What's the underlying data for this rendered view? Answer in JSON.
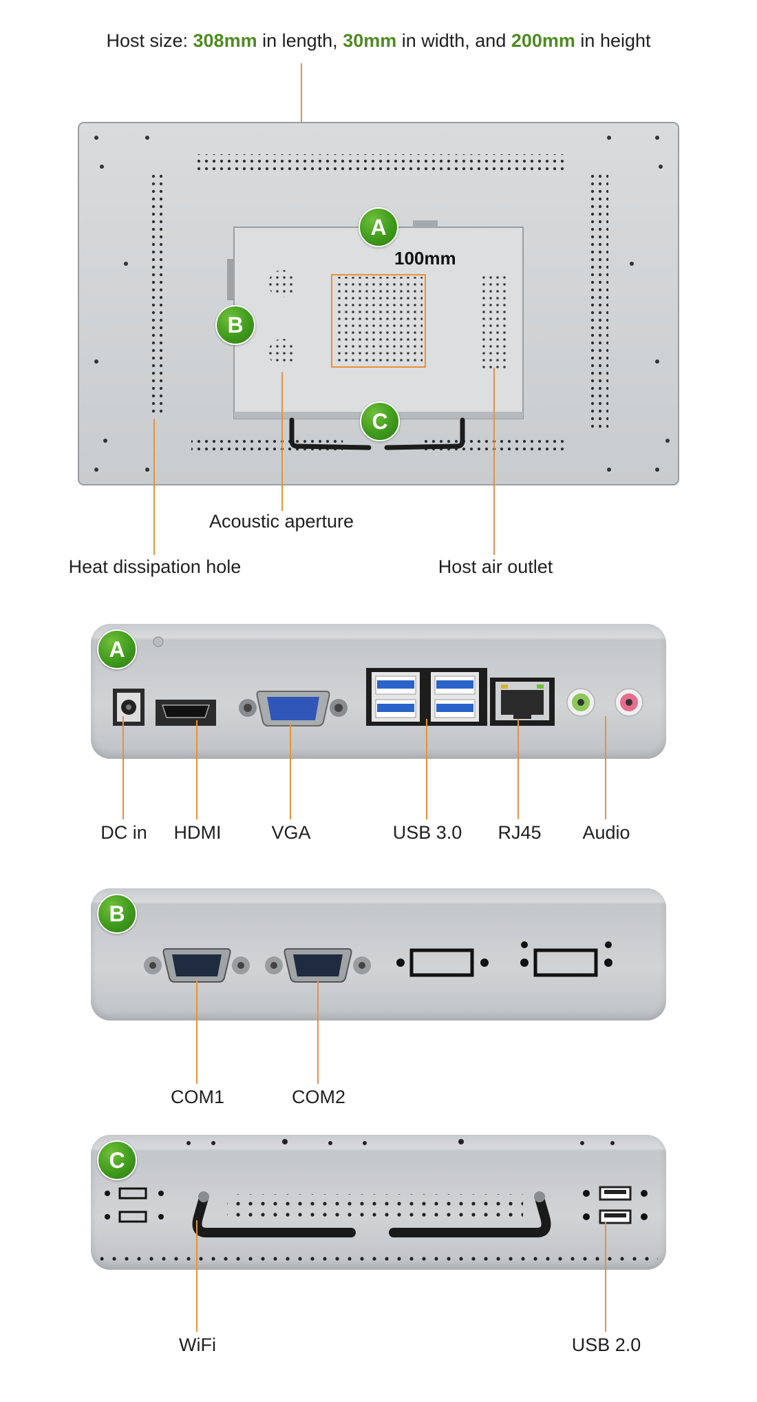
{
  "header": {
    "prefix": "Host size: ",
    "length_value": "308mm",
    "length_suffix": " in length, ",
    "width_value": "30mm",
    "width_suffix": " in width, and ",
    "height_value": "200mm",
    "height_suffix": " in height"
  },
  "overview": {
    "vesa_label": "100mm",
    "badges": {
      "a": "A",
      "b": "B",
      "c": "C"
    },
    "callouts": {
      "acoustic": "Acoustic aperture",
      "heat": "Heat dissipation hole",
      "outlet": "Host air outlet"
    }
  },
  "panel_a": {
    "badge": "A",
    "labels": {
      "dc": "DC in",
      "hdmi": "HDMI",
      "vga": "VGA",
      "usb3": "USB 3.0",
      "rj45": "RJ45",
      "audio": "Audio"
    }
  },
  "panel_b": {
    "badge": "B",
    "labels": {
      "com1": "COM1",
      "com2": "COM2"
    }
  },
  "panel_c": {
    "badge": "C",
    "labels": {
      "wifi": "WiFi",
      "usb2": "USB 2.0"
    }
  },
  "colors": {
    "accent_green": "#4f8a22",
    "leader_orange": "#e8913a",
    "panel_grey": "#d0d2d4"
  }
}
